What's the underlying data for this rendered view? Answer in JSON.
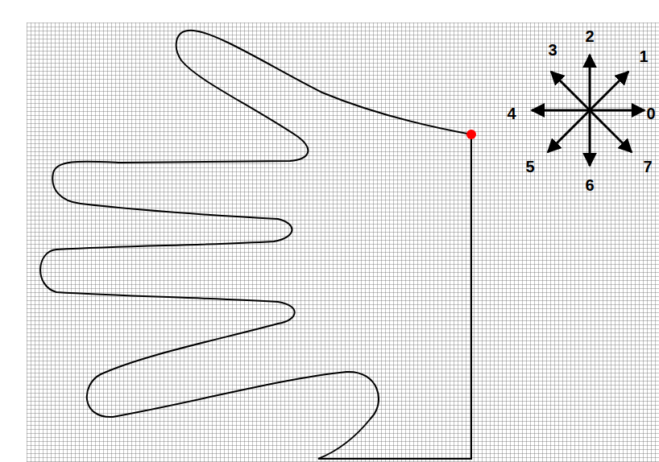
{
  "diagram": {
    "labels": [
      "2",
      "3",
      "1",
      "4",
      "0",
      "5",
      "6",
      "7"
    ]
  }
}
